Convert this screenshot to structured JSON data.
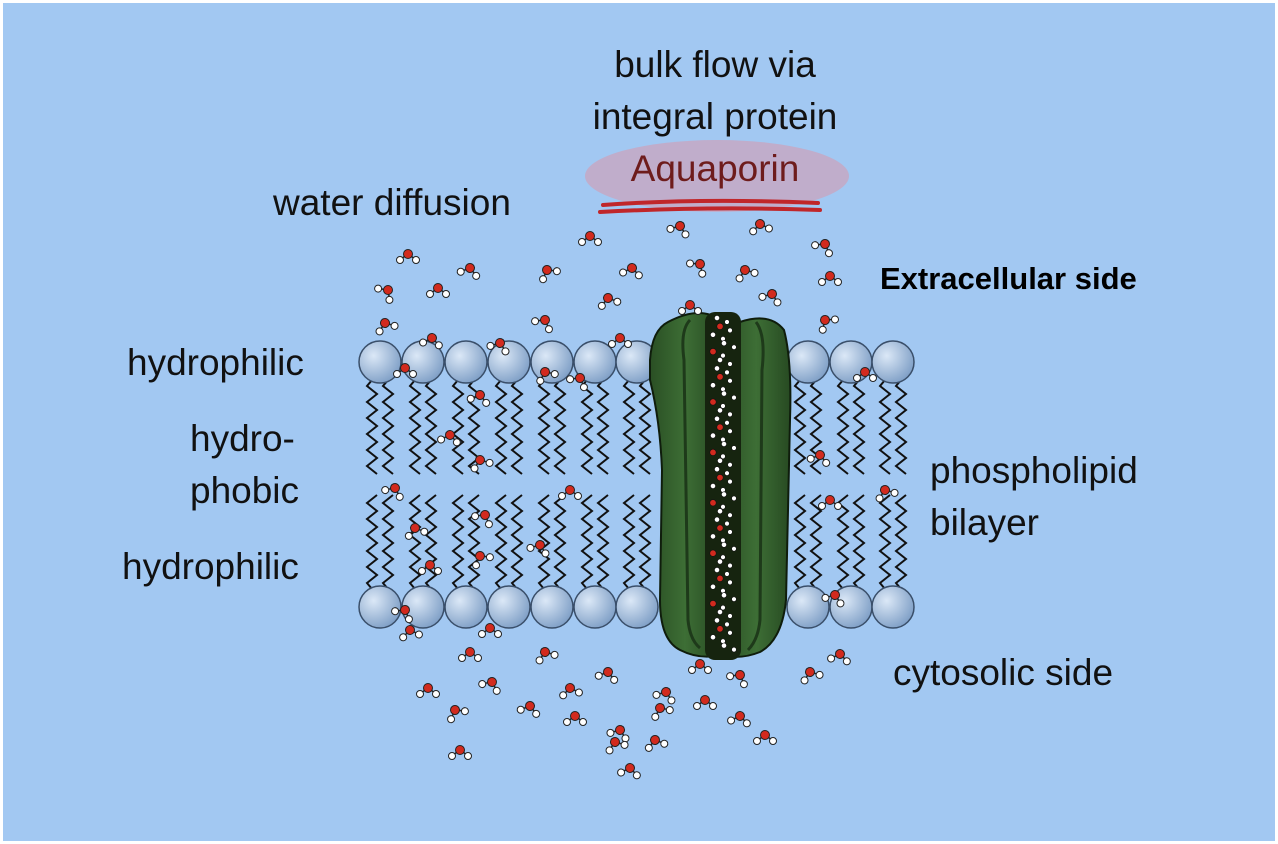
{
  "labels": {
    "bulk_flow_line1": "bulk flow via",
    "bulk_flow_line2": "integral protein",
    "aquaporin": "Aquaporin",
    "water_diffusion": "water diffusion",
    "extracellular": "Extracellular side",
    "hydrophilic_top": "hydrophilic",
    "hydrophobic_line1": "hydro-",
    "hydrophobic_line2": "phobic",
    "hydrophilic_bottom": "hydrophilic",
    "bilayer_line1": "phospholipid",
    "bilayer_line2": "bilayer",
    "cytosolic": "cytosolic side"
  },
  "colors": {
    "background": "#a2c8f2",
    "lipid_head": "#8fb0d6",
    "protein": "#2f5a2a",
    "protein_channel": "#16240f",
    "oxygen": "#d22a1e",
    "hydrogen": "#ffffff",
    "highlight": "#c9a4bd",
    "underline": "#c0262a"
  },
  "icons": {
    "water_molecule": "water-molecule-icon",
    "lipid_head": "lipid-head-icon",
    "aquaporin_protein": "aquaporin-protein-icon"
  }
}
